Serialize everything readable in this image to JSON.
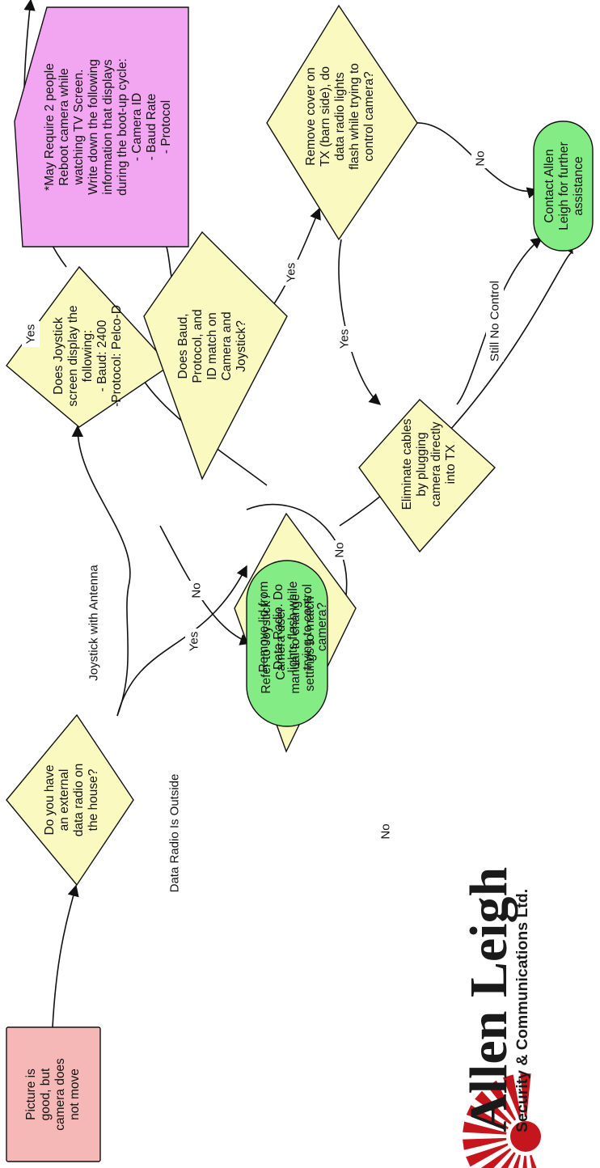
{
  "colors": {
    "start_fill": "#f5b8b6",
    "decision_fill": "#fafac0",
    "end_fill": "#84ec84",
    "note_fill": "#f2a6f2",
    "stroke": "#111111",
    "logo_red": "#c4161c"
  },
  "nodes": {
    "start": [
      "Picture is",
      "good, but",
      "camera does",
      "not move"
    ],
    "external_radio": [
      "Do you have",
      "an external",
      "data radio on",
      "the house?"
    ],
    "remove_lid": [
      "Remove lid from",
      "Data Radio. Do",
      "lights flash while",
      "trying to control",
      "camera?"
    ],
    "joystick_display": [
      "Does Joystick",
      "screen display the",
      "following:",
      "- Baud: 2400",
      "-Protocol: Pelco-D"
    ],
    "refer_manual": [
      "Refer to Joystick /",
      "Camera user",
      "manual to change",
      "settings to match"
    ],
    "reboot_note": [
      "*May Require 2 people",
      "Reboot camera while",
      "watching TV Screen.",
      "Write down the following",
      "information that displays",
      "during the boot-up cycle:",
      "- Camera ID",
      "- Baud Rate",
      "- Protocol"
    ],
    "baud_match": [
      "Does Baud,",
      "Protocol, and",
      "ID match on",
      "Camera and",
      "Joystick?"
    ],
    "eliminate_cables": [
      "Eliminate cables",
      "by plugging",
      "camera directly",
      "into TX"
    ],
    "remove_cover": [
      "Remove cover on",
      "TX (barn side), do",
      "data radio lights",
      "flash while trying to",
      "control camera?"
    ],
    "contact": [
      "Contact Allen",
      "Leigh for further",
      "assistance"
    ]
  },
  "edges": {
    "data_radio_outside": "Data Radio Is Outside",
    "joystick_antenna": "Joystick with Antenna",
    "yes_lid": "Yes",
    "no_lid": "No",
    "no_joystick": "No",
    "yes_joystick": "Yes",
    "no_baud": "No",
    "yes_baud": "Yes",
    "yes_cover": "Yes",
    "no_cover": "No",
    "still_no_control": "Still No Control"
  },
  "logo": {
    "name": "Allen Leigh",
    "tagline": "Security & Communications Ltd."
  }
}
